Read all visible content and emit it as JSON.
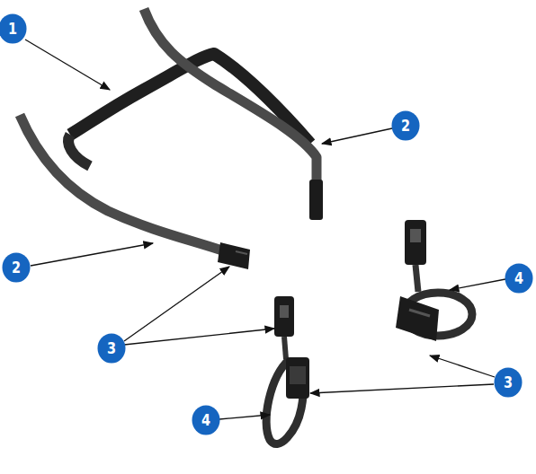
{
  "diagram": {
    "nodes": [
      {
        "text": [
          "1"
        ]
      },
      {
        "text": [
          "2"
        ]
      },
      {
        "text": [
          "2"
        ]
      },
      {
        "text": [
          "4"
        ]
      },
      {
        "text": [
          "3"
        ]
      },
      {
        "text": [
          "3"
        ]
      },
      {
        "text": [
          "4"
        ]
      }
    ]
  }
}
